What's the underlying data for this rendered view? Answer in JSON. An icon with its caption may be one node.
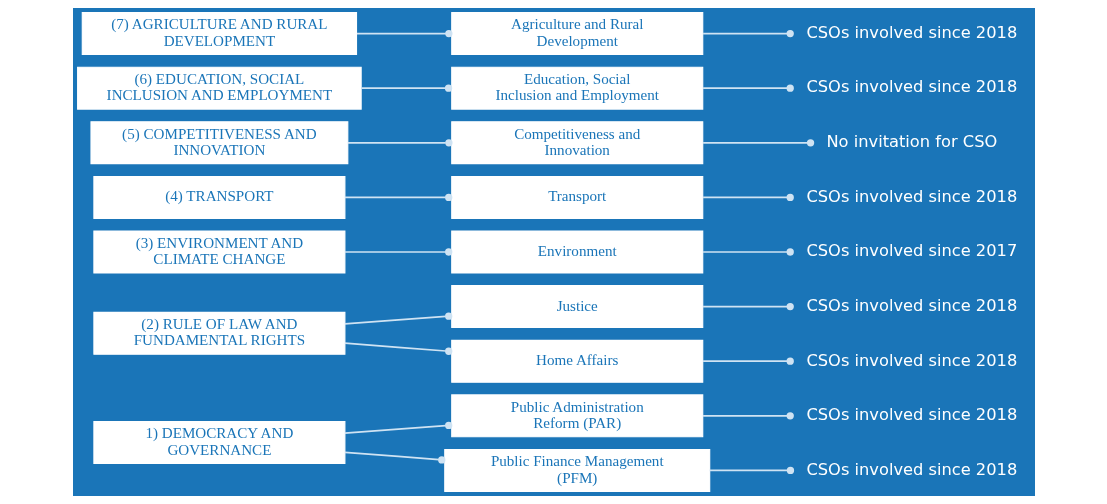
{
  "diagram": {
    "nodes": [
      {
        "text": [
          "1) DEMOCRACY AND GOVERNANCE"
        ]
      },
      {
        "text": [
          "(2) RULE OF LAW AND FUNDAMENTAL RIGHTS"
        ]
      },
      {
        "text": [
          "(3) ENVIRONMENT AND CLIMATE CHANGE"
        ]
      },
      {
        "text": [
          "(4) TRANSPORT"
        ]
      },
      {
        "text": [
          "(5) COMPETITIVENESS AND INNOVATION"
        ]
      },
      {
        "text": [
          "(6) EDUCATION, SOCIAL INCLUSION AND EMPLOYMENT"
        ]
      },
      {
        "text": [
          "(7) AGRICULTURE AND RURAL DEVELOPMENT"
        ]
      },
      {
        "text": [
          "Public Administration Reform (PAR)"
        ]
      },
      {
        "text": [
          "Public Finance Management (PFM)"
        ]
      },
      {
        "text": [
          "Justice"
        ]
      },
      {
        "text": [
          "Home Affairs"
        ]
      },
      {
        "text": [
          "Environment"
        ]
      },
      {
        "text": [
          "Transport"
        ]
      },
      {
        "text": [
          "Competitiveness and Innovation"
        ]
      },
      {
        "text": [
          "Education, Social Inclusion and Employment"
        ]
      },
      {
        "text": [
          "Agriculture and Rural Development"
        ]
      },
      {
        "text": [
          "CSOs involved since 2018"
        ]
      },
      {
        "text": [
          "CSOs involved since 2018"
        ]
      },
      {
        "text": [
          "CSOs involved since 2018"
        ]
      },
      {
        "text": [
          "CSOs involved since 2018"
        ]
      },
      {
        "text": [
          "CSOs involved since 2017"
        ]
      },
      {
        "text": [
          "CSOs involved since 2018"
        ]
      },
      {
        "text": [
          "No invitation for CSO"
        ]
      },
      {
        "text": [
          "CSOs involved since 2018"
        ]
      },
      {
        "text": [
          "CSOs involved since 2018"
        ]
      }
    ],
    "edges": [
      {
        "from": 0,
        "to": 7,
        "arrow": "other"
      },
      {
        "from": 0,
        "to": 8,
        "arrow": "other"
      },
      {
        "from": 1,
        "to": 9,
        "arrow": "other"
      },
      {
        "from": 1,
        "to": 10,
        "arrow": "other"
      },
      {
        "from": 2,
        "to": 11,
        "arrow": "other"
      },
      {
        "from": 3,
        "to": 12,
        "arrow": "other"
      },
      {
        "from": 4,
        "to": 13,
        "arrow": "other"
      },
      {
        "from": 5,
        "to": 14,
        "arrow": "other"
      },
      {
        "from": 6,
        "to": 15,
        "arrow": "other"
      },
      {
        "from": 7,
        "to": 16,
        "arrow": "other"
      },
      {
        "from": 8,
        "to": 17,
        "arrow": "other"
      },
      {
        "from": 9,
        "to": 18,
        "arrow": "other"
      },
      {
        "from": 10,
        "to": 19,
        "arrow": "other"
      },
      {
        "from": 11,
        "to": 20,
        "arrow": "other"
      },
      {
        "from": 12,
        "to": 21,
        "arrow": "other"
      },
      {
        "from": 13,
        "to": 22,
        "arrow": "other"
      },
      {
        "from": 14,
        "to": 23,
        "arrow": "other"
      },
      {
        "from": 15,
        "to": 24,
        "arrow": "other"
      }
    ]
  }
}
